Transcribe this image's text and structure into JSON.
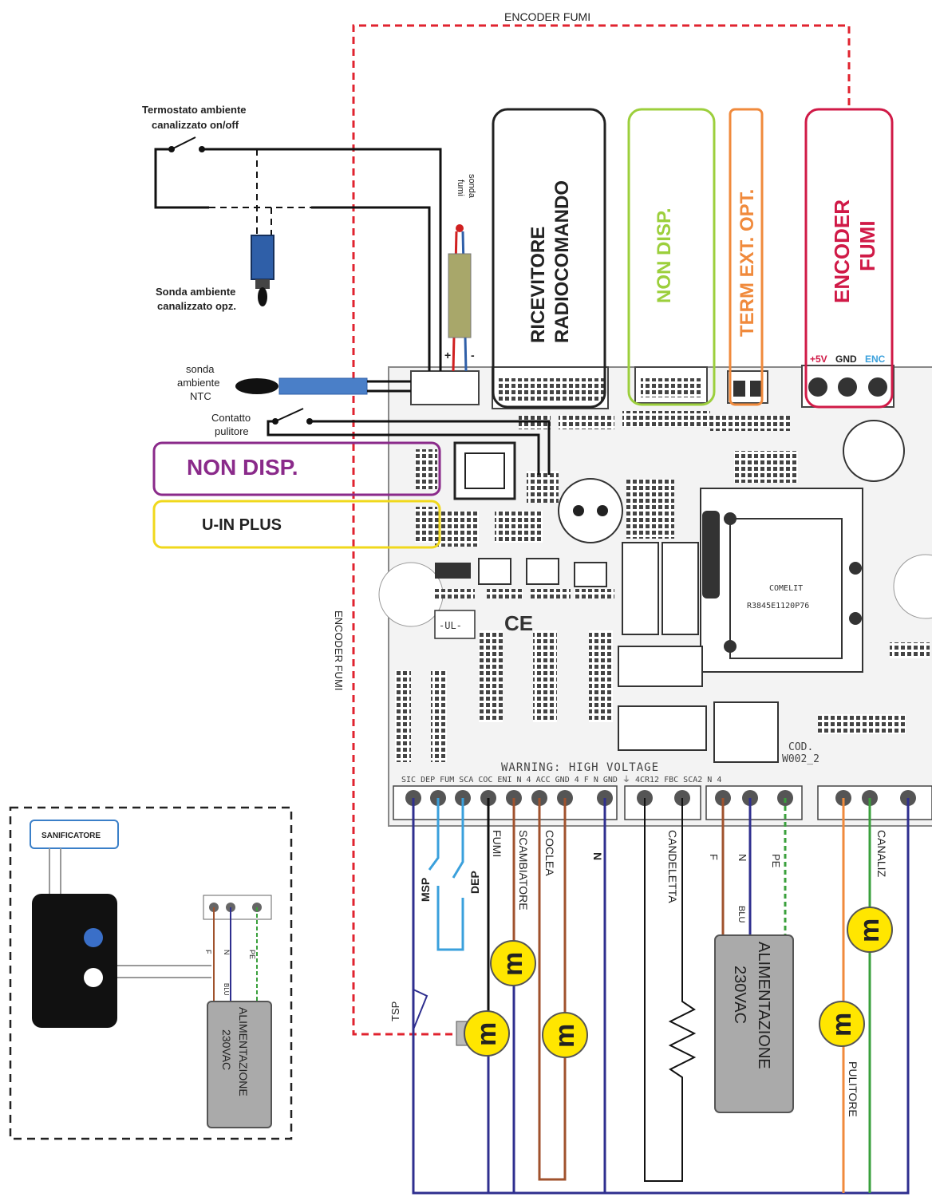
{
  "top_label": "ENCODER FUMI",
  "side_label": "ENCODER FUMI",
  "thermostat_label_1": "Termostato ambiente",
  "thermostat_label_2": "canalizzato on/off",
  "room_probe_label_1": "Sonda ambiente",
  "room_probe_label_2": "canalizzato opz.",
  "flue_probe_label_1": "sonda",
  "flue_probe_label_2": "fumi",
  "flue_probe_plus": "+",
  "flue_probe_minus": "-",
  "ntc_label_1": "sonda",
  "ntc_label_2": "ambiente",
  "ntc_label_3": "NTC",
  "contact_label_1": "Contatto",
  "contact_label_2": "pulitore",
  "non_disp_left": "NON DISP.",
  "u_in_plus": "U-IN PLUS",
  "receiver_line1": "RICEVITORE",
  "receiver_line2": "RADIOCOMANDO",
  "non_disp_top": "NON DISP.",
  "term_ext": "TERM EXT. OPT.",
  "encoder_line1": "ENCODER",
  "encoder_line2": "FUMI",
  "enc_pins": {
    "p5v": "+5V",
    "gnd": "GND",
    "enc": "ENC"
  },
  "board_texts": {
    "comelit": "COMELIT",
    "code": "R3845E1120P76",
    "warning": "WARNING: HIGH VOLTAGE",
    "cod": "COD.",
    "cod_value": "W002_2",
    "ul": "-UL-",
    "ce": "CE",
    "terminals": "SIC  DEP  FUM SCA  COC  ENI  N  4    ACC  GND 4    F   N  GND  ⏚  4CR12 FBC SCA2  N  4"
  },
  "bottom_labels": {
    "msp": "MSP",
    "dep": "DEP",
    "fumi": "FUMI",
    "scambiatore": "SCAMBIATORE",
    "coclea": "COCLEA",
    "n": "N",
    "candeletta": "CANDELETTA",
    "f": "F",
    "n2": "N",
    "pe": "PE",
    "blu": "BLU",
    "canaliz": "CANALIZ",
    "pulitore": "PULITORE",
    "tsp": "TSP"
  },
  "power_box": {
    "line1": "ALIMENTAZIONE",
    "line2": "230VAC"
  },
  "inset": {
    "sanificatore": "SANIFICATORE",
    "power_line1": "ALIMENTAZIONE",
    "power_line2": "230VAC",
    "f": "F",
    "n": "N",
    "pe": "PE",
    "blu": "BLU"
  },
  "colors": {
    "encoder_dash": "#e0232f",
    "purple": "#8a2a8a",
    "yellow": "#f0d81c",
    "green": "#9ccf3c",
    "orange": "#f08a3c",
    "crimson": "#d01a47",
    "blue_wire": "#2f2f8f",
    "light_blue": "#3aa0dc",
    "brown": "#a0522d",
    "motor": "#ffe600"
  }
}
